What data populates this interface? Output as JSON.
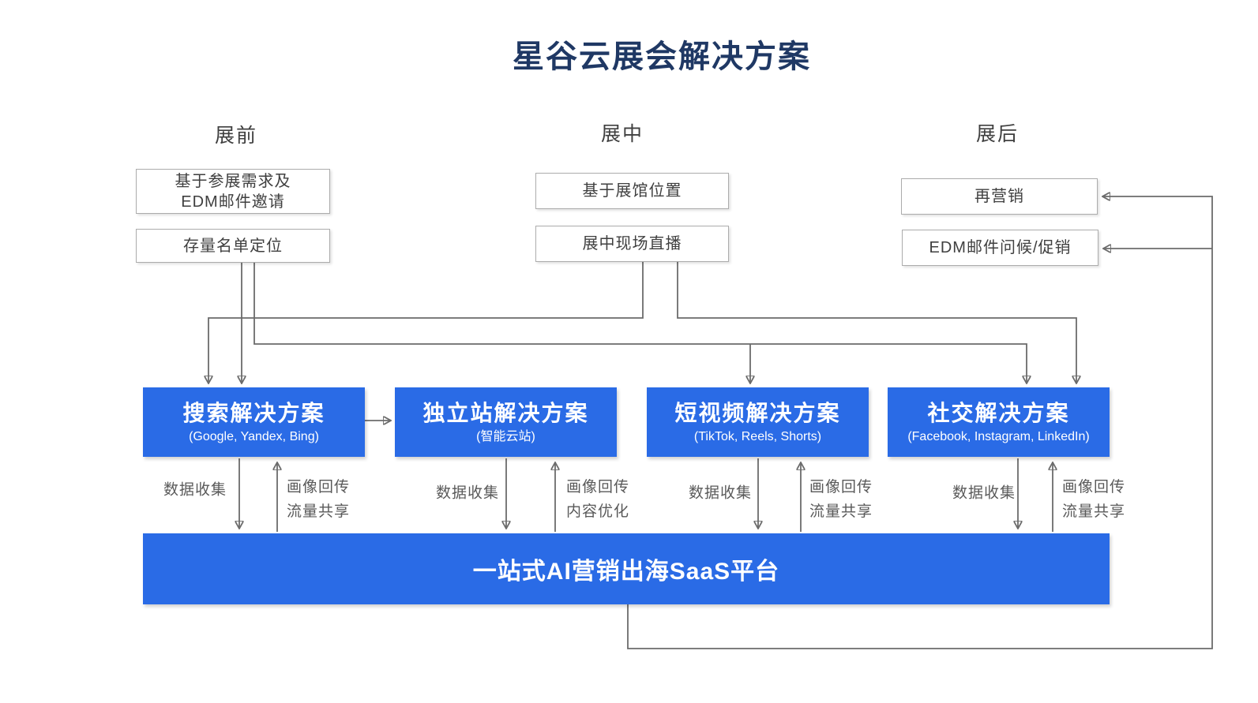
{
  "title": "星谷云展会解决方案",
  "columns": [
    {
      "header": "展前",
      "boxes": [
        {
          "lines": [
            "基于参展需求及",
            "EDM邮件邀请"
          ]
        },
        {
          "lines": [
            "存量名单定位"
          ]
        }
      ]
    },
    {
      "header": "展中",
      "boxes": [
        {
          "lines": [
            "基于展馆位置"
          ]
        },
        {
          "lines": [
            "展中现场直播"
          ]
        }
      ]
    },
    {
      "header": "展后",
      "boxes": [
        {
          "lines": [
            "再营销"
          ]
        },
        {
          "lines": [
            "EDM邮件问候/促销"
          ]
        }
      ]
    }
  ],
  "solutions": [
    {
      "title": "搜索解决方案",
      "subtitle": "(Google, Yandex, Bing)"
    },
    {
      "title": "独立站解决方案",
      "subtitle": "(智能云站)"
    },
    {
      "title": "短视频解决方案",
      "subtitle": "(TikTok, Reels, Shorts)"
    },
    {
      "title": "社交解决方案",
      "subtitle": "(Facebook, Instagram, LinkedIn)"
    }
  ],
  "platform": {
    "label": "一站式AI营销出海SaaS平台"
  },
  "flows": [
    {
      "down": "数据收集",
      "up": [
        "画像回传",
        "流量共享"
      ]
    },
    {
      "down": "数据收集",
      "up": [
        "画像回传",
        "内容优化"
      ]
    },
    {
      "down": "数据收集",
      "up": [
        "画像回传",
        "流量共享"
      ]
    },
    {
      "down": "数据收集",
      "up": [
        "画像回传",
        "流量共享"
      ]
    }
  ],
  "colors": {
    "accent-blue": "#2A6BE6",
    "title-navy": "#1F3864",
    "line-gray": "#6B6B6B",
    "box-border": "#ACACAC",
    "text-dark": "#3F3F3F",
    "label-gray": "#595959"
  }
}
